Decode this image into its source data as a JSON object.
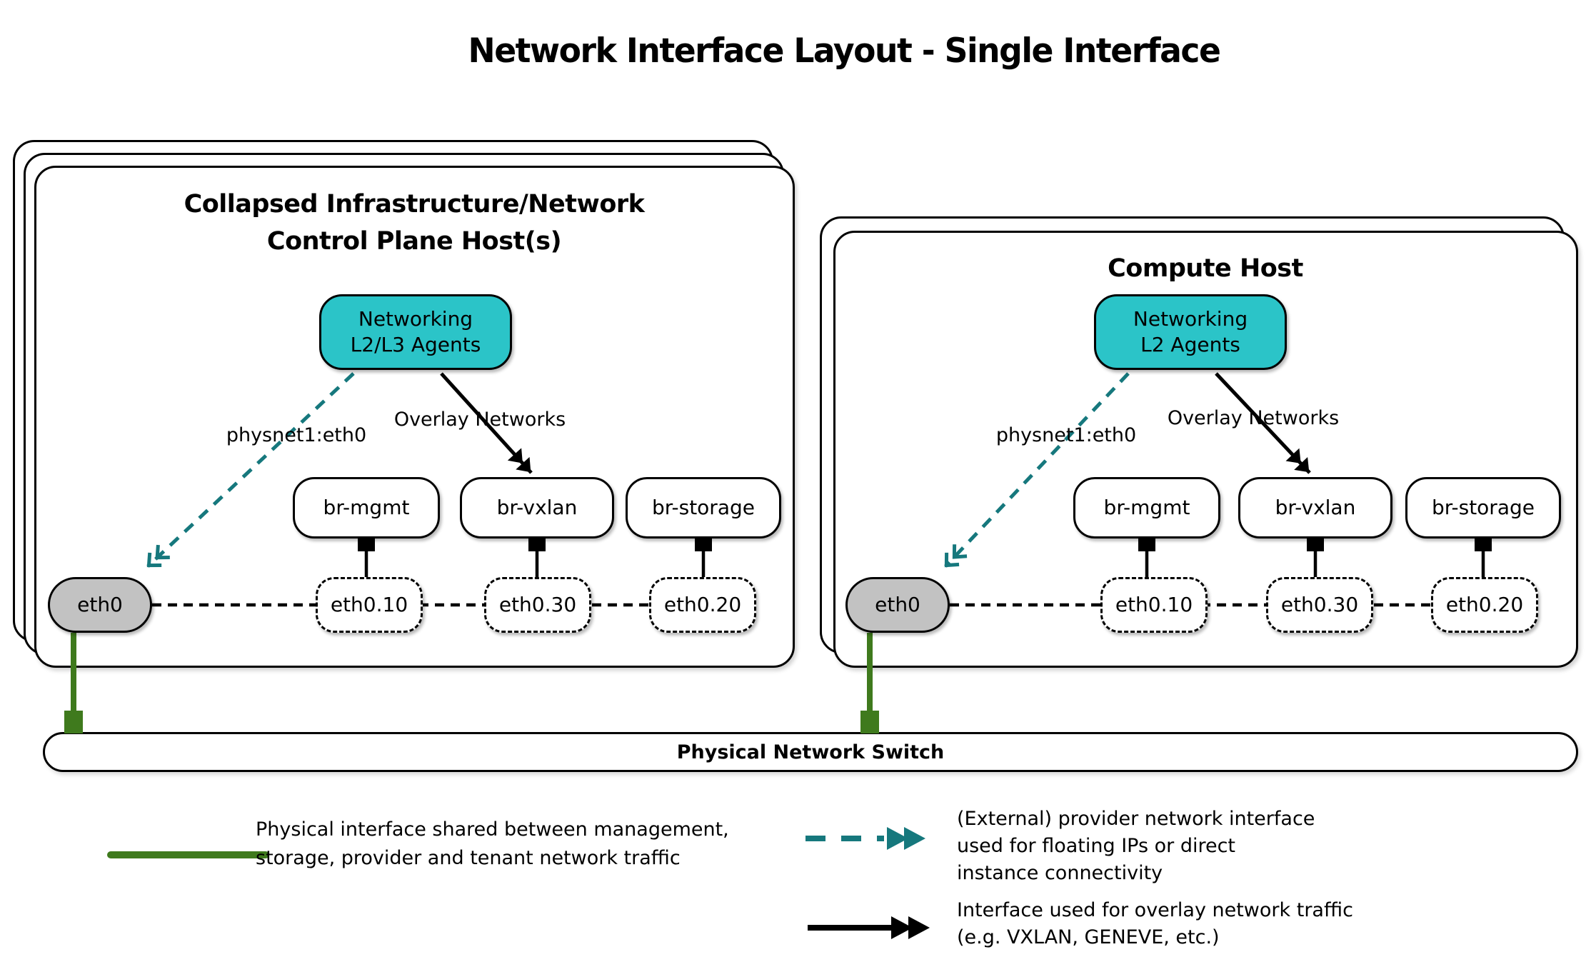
{
  "title": "Network Interface Layout - Single Interface",
  "colors": {
    "agent_fill": "#2bc4c8",
    "provider_arrow": "#16787d",
    "overlay_arrow": "#000000",
    "physical_link": "#3f7a1d",
    "eth_fill": "#c2c2c2"
  },
  "hosts": [
    {
      "title_line1": "Collapsed Infrastructure/Network",
      "title_line2": "Control Plane Host(s)",
      "agent_line1": "Networking",
      "agent_line2": "L2/L3 Agents",
      "provider_label": "physnet1:eth0",
      "overlay_label": "Overlay Networks",
      "bridges": [
        "br-mgmt",
        "br-vxlan",
        "br-storage"
      ],
      "vlans": [
        "eth0.10",
        "eth0.30",
        "eth0.20"
      ],
      "phys_if": "eth0"
    },
    {
      "title_line1": "Compute Host",
      "agent_line1": "Networking",
      "agent_line2": "L2 Agents",
      "provider_label": "physnet1:eth0",
      "overlay_label": "Overlay Networks",
      "bridges": [
        "br-mgmt",
        "br-vxlan",
        "br-storage"
      ],
      "vlans": [
        "eth0.10",
        "eth0.30",
        "eth0.20"
      ],
      "phys_if": "eth0"
    }
  ],
  "switch_label": "Physical Network Switch",
  "legend": [
    {
      "swatch": "green-solid-line",
      "line1": "Physical interface shared between management,",
      "line2": "storage, provider and tenant network traffic"
    },
    {
      "swatch": "teal-dashed-double-arrow",
      "line1": "(External) provider network interface",
      "line2": "used for floating IPs or direct",
      "line3": "instance connectivity"
    },
    {
      "swatch": "black-solid-double-arrow",
      "line1": "Interface used for overlay network traffic",
      "line2": "(e.g. VXLAN, GENEVE, etc.)"
    }
  ]
}
